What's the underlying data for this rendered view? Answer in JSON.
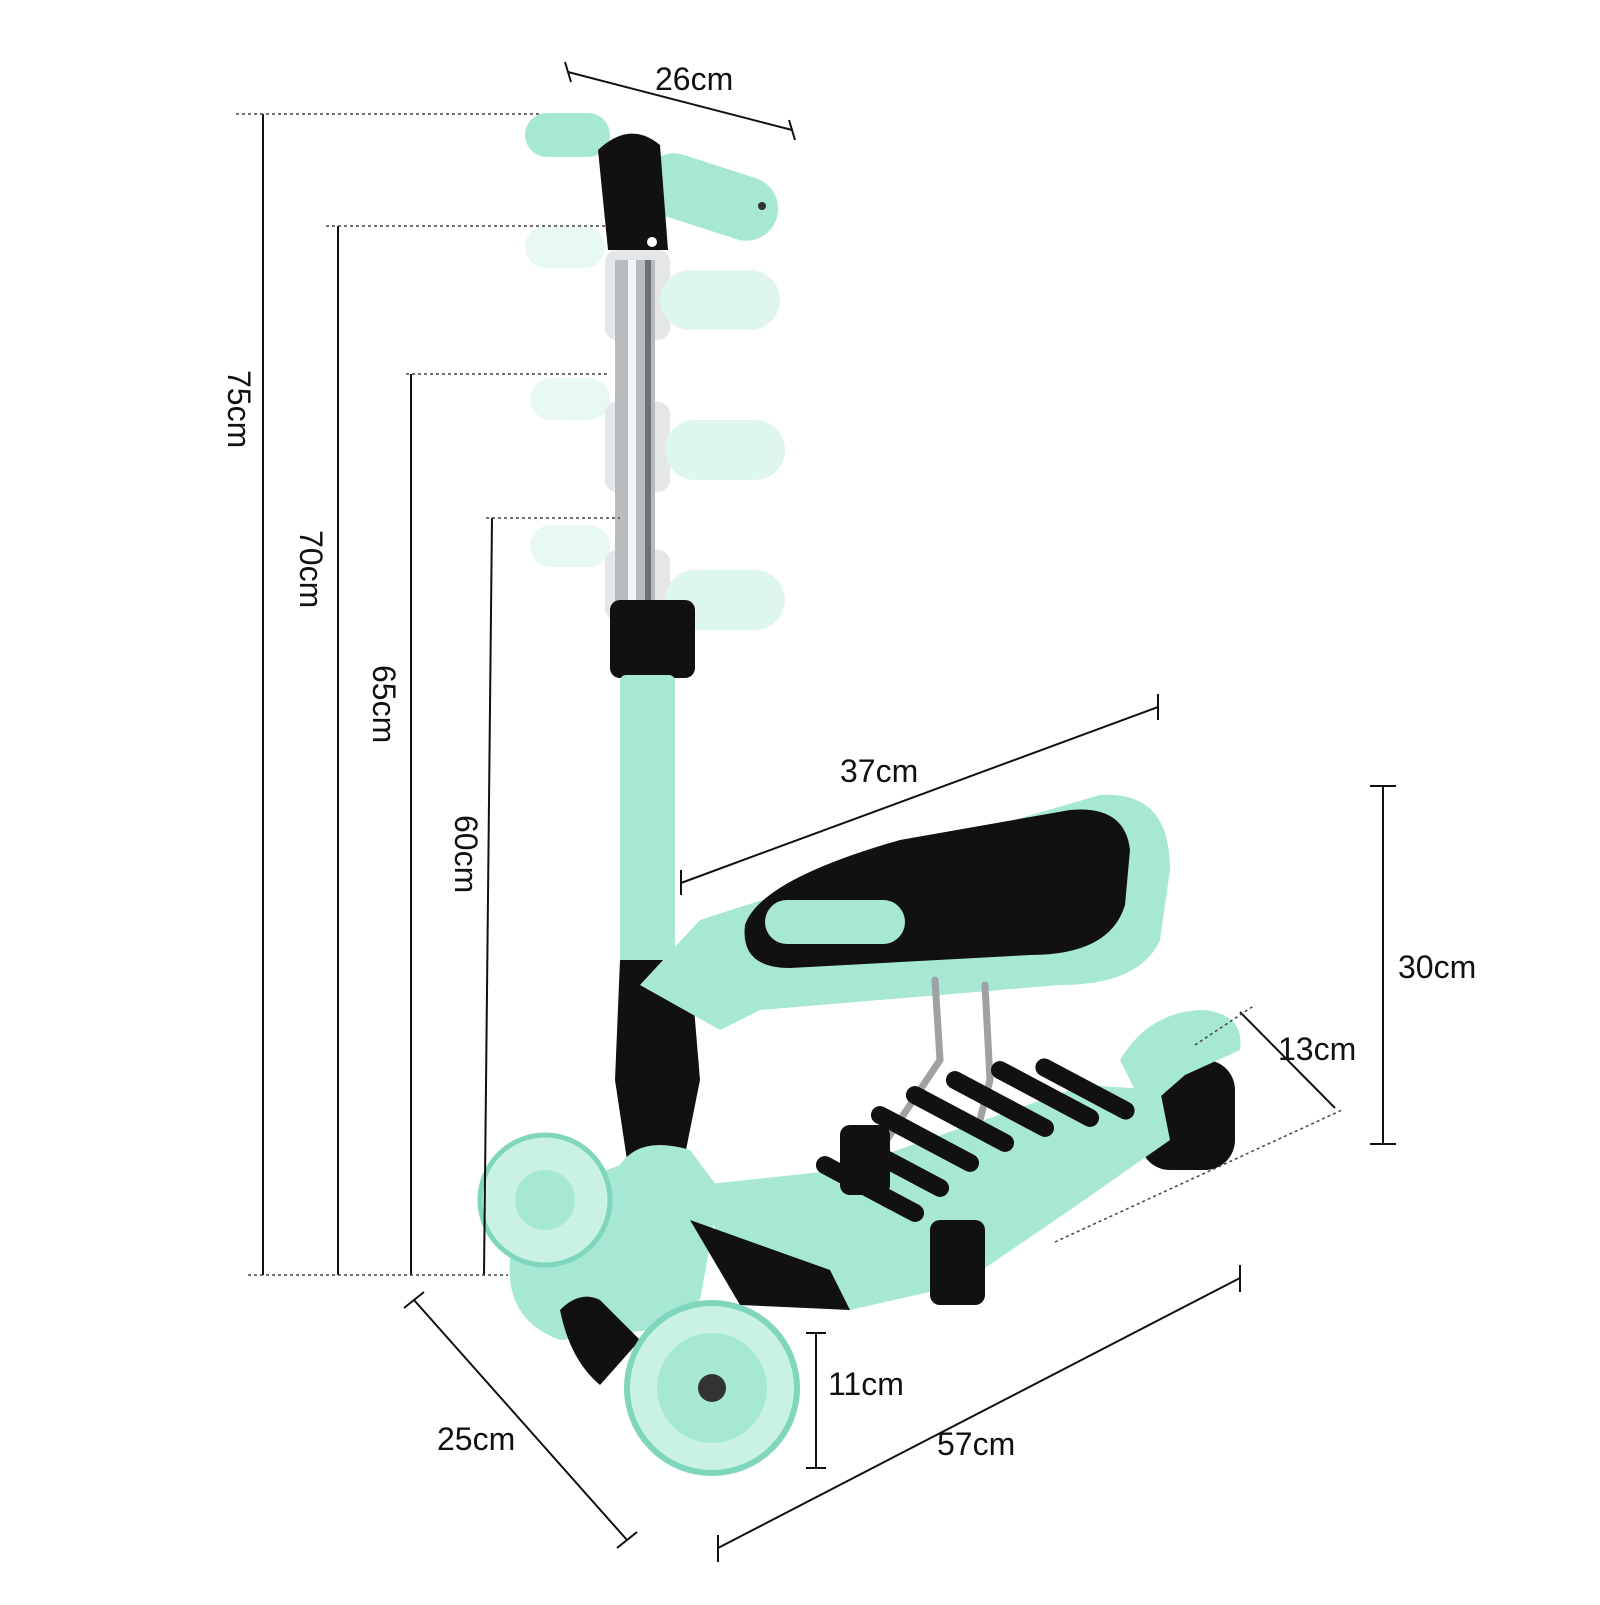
{
  "colors": {
    "mint": "#a6e8d4",
    "mint_dark": "#7fd6bd",
    "mint_ghost": "#d6f4ea",
    "black": "#111111",
    "chrome": "#b9bcbf",
    "wheel_glow": "#c9f2e4"
  },
  "dimensions": {
    "handlebar_width": "26cm",
    "height_max": "75cm",
    "height_2": "70cm",
    "height_3": "65cm",
    "height_min": "60cm",
    "seat_length": "37cm",
    "seat_height": "30cm",
    "deck_width": "13cm",
    "wheel_diameter": "11cm",
    "front_width": "25cm",
    "total_length": "57cm"
  }
}
